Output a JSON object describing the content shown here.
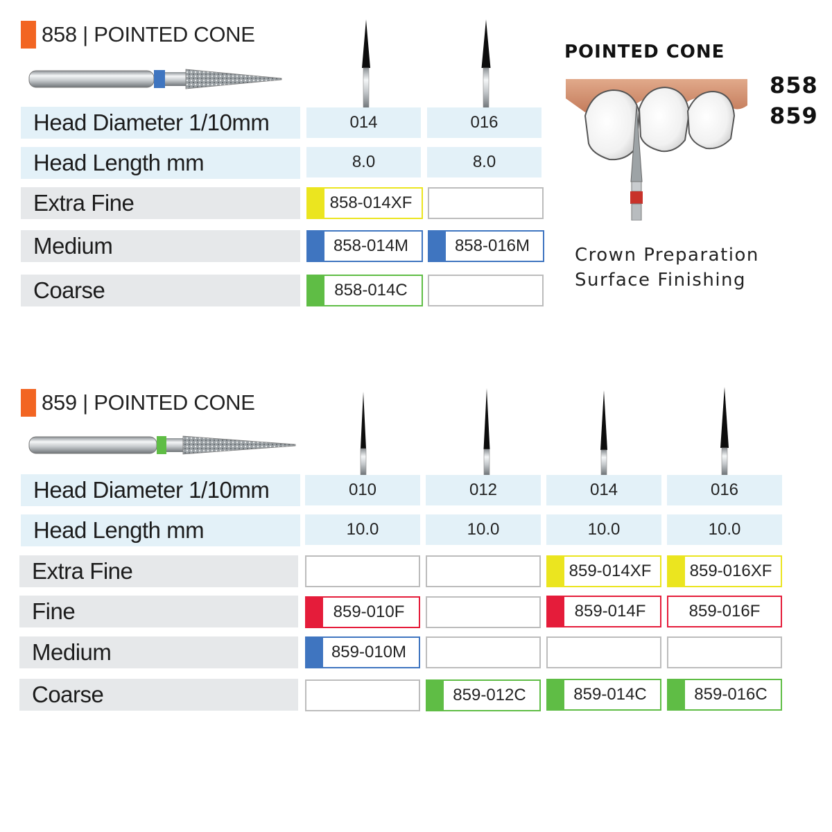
{
  "colors": {
    "orange": "#f26522",
    "yellow": "#ebe51f",
    "blue": "#3f75c0",
    "green": "#5fbd45",
    "red": "#e51c3a",
    "empty": "#bcbcbc"
  },
  "row_labels": {
    "head_diameter": "Head Diameter 1/10mm",
    "head_length": "Head Length mm",
    "extra_fine": "Extra Fine",
    "fine": "Fine",
    "medium": "Medium",
    "coarse": "Coarse"
  },
  "section_858": {
    "number": "858",
    "separator": "|",
    "name": "POINTED CONE",
    "band_color": "#3f75c0",
    "diameters": [
      "014",
      "016"
    ],
    "lengths": [
      "8.0",
      "8.0"
    ],
    "extra_fine": [
      "858-014XF",
      ""
    ],
    "medium": [
      "858-014M",
      "858-016M"
    ],
    "coarse": [
      "858-014C",
      ""
    ]
  },
  "section_859": {
    "number": "859",
    "separator": "|",
    "name": "POINTED CONE",
    "band_color": "#5fbd45",
    "diameters": [
      "010",
      "012",
      "014",
      "016"
    ],
    "lengths": [
      "10.0",
      "10.0",
      "10.0",
      "10.0"
    ],
    "extra_fine": [
      "",
      "",
      "859-014XF",
      "859-016XF"
    ],
    "fine": [
      "859-010F",
      "",
      "859-014F",
      "859-016F"
    ],
    "medium": [
      "859-010M",
      "",
      "",
      ""
    ],
    "coarse": [
      "",
      "859-012C",
      "859-014C",
      "859-016C"
    ]
  },
  "illustration": {
    "title": "POINTED CONE",
    "numbers": [
      "858",
      "859"
    ],
    "uses": [
      "Crown Preparation",
      "Surface Finishing"
    ],
    "icon": "tooth-preparation-illustration"
  }
}
